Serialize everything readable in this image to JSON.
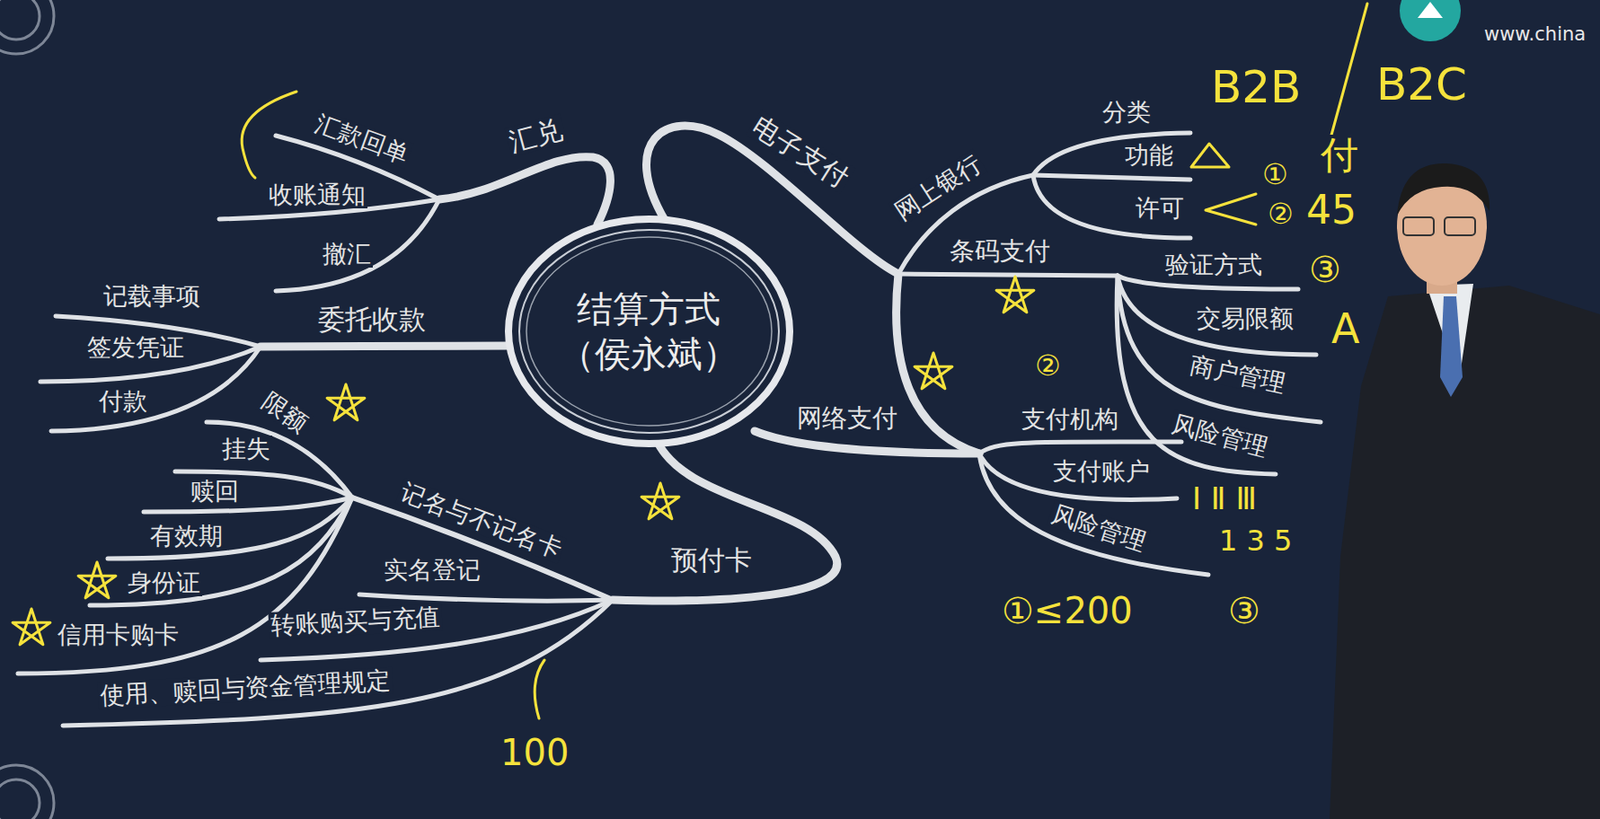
{
  "diagram": {
    "nodes": [
      {
        "text": [
          "结算方式 （侯永斌）"
        ]
      }
    ],
    "labels": [
      "汇兑",
      "汇款回单",
      "收账通知",
      "撤汇",
      "委托收款",
      "记载事项",
      "签发凭证",
      "付款",
      "限额",
      "挂失",
      "赎回",
      "有效期",
      "身份证",
      "信用卡购卡",
      "记名与不记名卡",
      "实名登记",
      "转账购买与充值",
      "使用、赎回与资金管理规定",
      "预付卡",
      "电子支付",
      "网上银行",
      "分类",
      "功能",
      "许可",
      "条码支付",
      "验证方式",
      "交易限额",
      "商户管理",
      "风险管理",
      "网络支付",
      "支付机构",
      "支付账户",
      "风险管理",
      "B2B",
      "B2C",
      "付",
      "①",
      "②",
      "45",
      "③",
      "A",
      "②",
      "Ⅰ Ⅱ Ⅲ",
      "1 3 5",
      "①≤200",
      "③",
      "100",
      "www.china"
    ]
  }
}
